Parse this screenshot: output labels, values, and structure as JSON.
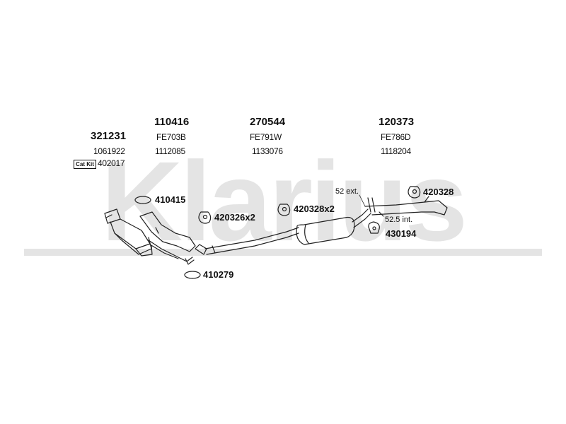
{
  "watermark": {
    "brand": "Klarius"
  },
  "cat_kit_badge": "Cat Kit",
  "parts": [
    {
      "id": "p-321231",
      "number": "321231",
      "codes": [
        "1061922"
      ]
    },
    {
      "id": "p-110416",
      "number": "110416",
      "codes": [
        "FE703B",
        "1112085"
      ]
    },
    {
      "id": "p-270544",
      "number": "270544",
      "codes": [
        "FE791W",
        "1133076"
      ]
    },
    {
      "id": "p-120373",
      "number": "120373",
      "codes": [
        "FE786D",
        "1118204"
      ]
    }
  ],
  "cat_kit_code": "402017",
  "fittings": {
    "f410415": "410415",
    "f420326x2": "420326x2",
    "f420328x2": "420328x2",
    "f420328": "420328",
    "f430194": "430194",
    "f410279": "410279"
  },
  "annotations": {
    "ext": "52 ext.",
    "int": "52.5 int."
  },
  "colors": {
    "line": "#222222",
    "watermark": "#e4e4e4"
  }
}
